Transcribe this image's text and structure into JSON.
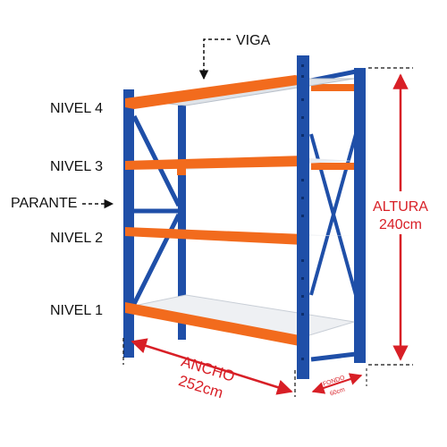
{
  "labels": {
    "viga": "VIGA",
    "parante": "PARANTE",
    "levels": [
      "NIVEL 4",
      "NIVEL 3",
      "NIVEL 2",
      "NIVEL 1"
    ]
  },
  "dimensions": {
    "height_label": "ALTURA",
    "height_value": "240cm",
    "width_label": "ANCHO",
    "width_value": "252cm",
    "depth_label": "FONDO",
    "depth_value": "60cm"
  },
  "colors": {
    "upright": "#1f4fa8",
    "beam": "#f26b1d",
    "shelf": "#dfe3e8",
    "dimension": "#d81f26"
  }
}
